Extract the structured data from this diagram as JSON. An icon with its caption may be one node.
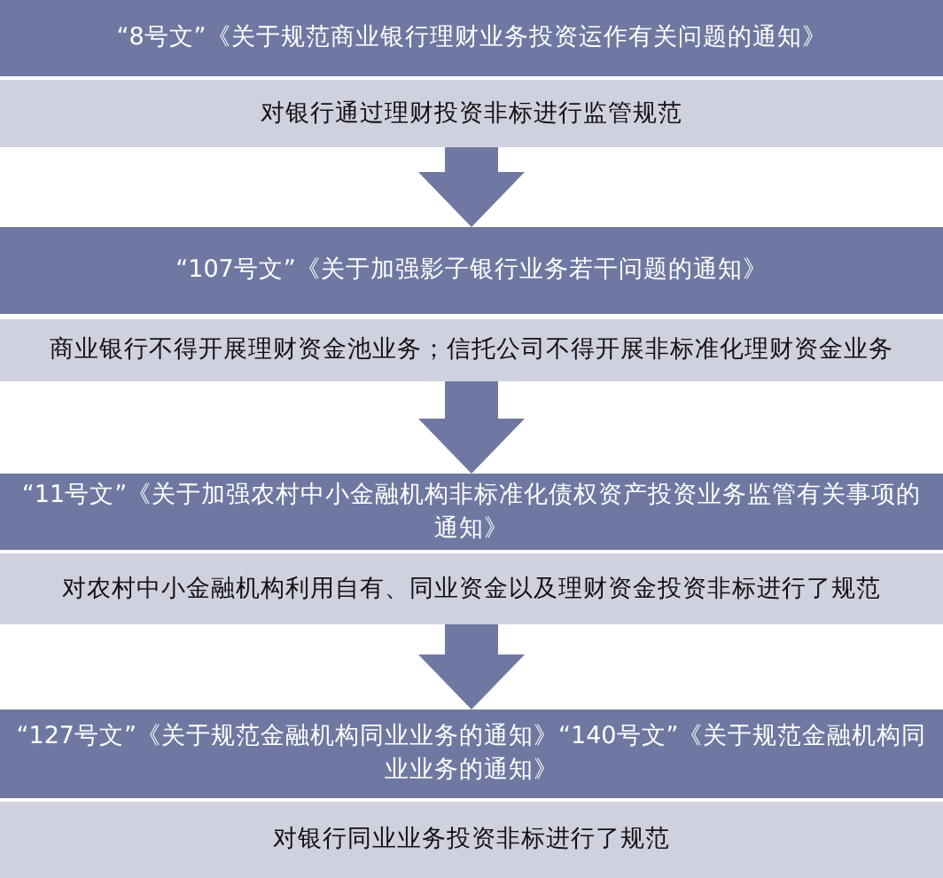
{
  "diagram": {
    "nodes": [
      {
        "text": [
          "“8号文”《关于规范商业银行理财业务投资运作有关问题的通知》"
        ]
      },
      {
        "text": [
          "对银行通过理财投资非标进行监管规范"
        ]
      },
      {
        "text": [
          "“107号文”《关于加强影子银行业务若干问题的通知》"
        ]
      },
      {
        "text": [
          "商业银行不得开展理财资金池业务；信托公司不得开展非标准化理财资金业务"
        ]
      },
      {
        "text": [
          "“11号文”《关于加强农村中小金融机构非标准化债权资产投资业务监管有关事项的通知》"
        ]
      },
      {
        "text": [
          "对农村中小金融机构利用自有、同业资金以及理财资金投资非标进行了规范"
        ]
      },
      {
        "text": [
          "“127号文”《关于规范金融机构同业业务的通知》“140号文”《关于规范金融机构同业业务的通知》"
        ]
      },
      {
        "text": [
          "对银行同业业务投资非标进行了规范"
        ]
      }
    ],
    "edges": [
      {
        "from": 1,
        "to": 2,
        "arrow": "to"
      },
      {
        "from": 3,
        "to": 4,
        "arrow": "to"
      },
      {
        "from": 5,
        "to": 6,
        "arrow": "to"
      }
    ]
  }
}
